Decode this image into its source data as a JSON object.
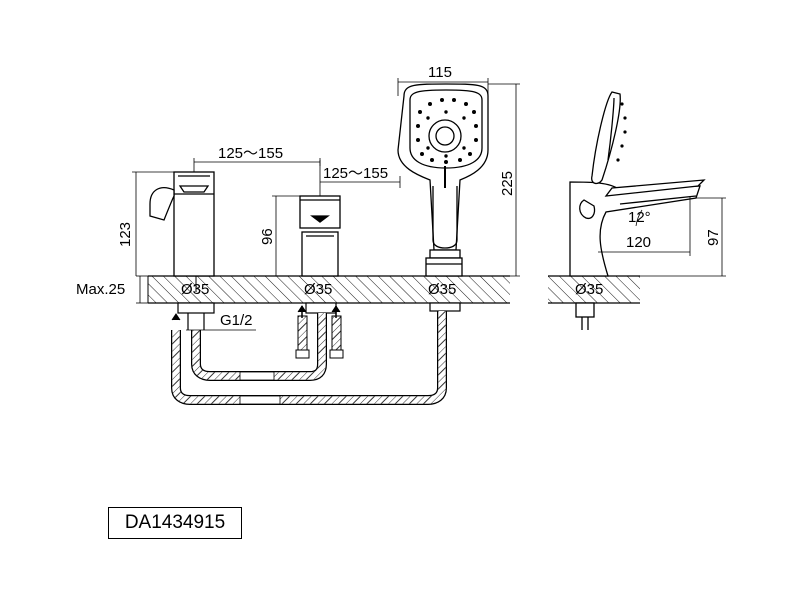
{
  "diagram": {
    "dimensions": {
      "width_handshower": "115",
      "spacing_spout_valve": "125～155",
      "spacing_valve_handshower": "125～155",
      "height_handshower": "225",
      "height_spout": "123",
      "height_valve": "96",
      "height_side": "97",
      "reach_side": "120",
      "angle_side": "12°",
      "deck_thickness": "Max.25",
      "hole_1": "Ø35",
      "hole_2": "Ø35",
      "hole_3": "Ø35",
      "hole_4": "Ø35",
      "thread": "G1/2"
    },
    "model_code": "DA1434915"
  },
  "colors": {
    "line": "#000000",
    "background": "#ffffff"
  }
}
